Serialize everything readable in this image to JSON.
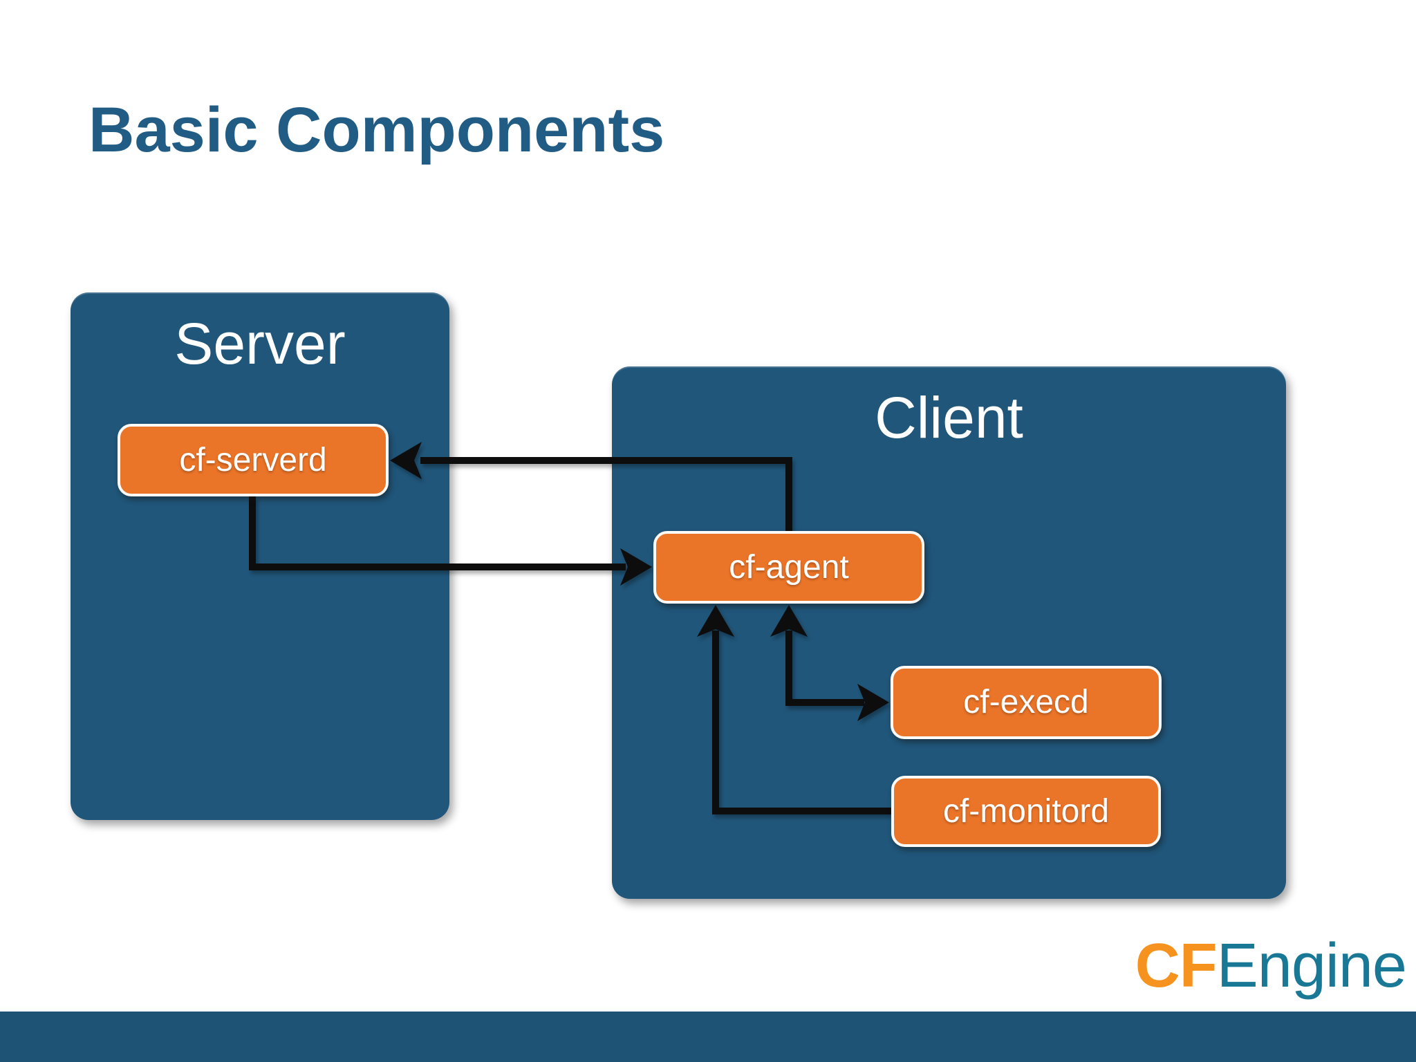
{
  "title": "Basic Components",
  "groups": {
    "server": {
      "label": "Server"
    },
    "client": {
      "label": "Client"
    }
  },
  "nodes": {
    "serverd": {
      "label": "cf-serverd"
    },
    "agent": {
      "label": "cf-agent"
    },
    "execd": {
      "label": "cf-execd"
    },
    "monitord": {
      "label": "cf-monitord"
    }
  },
  "edges": [
    {
      "from": "cf-agent",
      "to": "cf-serverd",
      "style": "elbow",
      "arrowheads": "end"
    },
    {
      "from": "cf-serverd",
      "to": "cf-agent",
      "style": "elbow",
      "arrowheads": "end"
    },
    {
      "from": "cf-agent",
      "to": "cf-execd",
      "style": "elbow",
      "arrowheads": "both"
    },
    {
      "from": "cf-monitord",
      "to": "cf-agent",
      "style": "elbow",
      "arrowheads": "end"
    }
  ],
  "logo": {
    "cf": "CF",
    "engine": "Engine"
  },
  "colors": {
    "background": "#FFFFFF",
    "panel": "#20567A",
    "node": "#EA7428",
    "title": "#215C84",
    "arrow": "#0B0B0B",
    "logo-cf": "#F6921E",
    "logo-engine": "#1A7897",
    "footer-bar": "#1E5375"
  }
}
